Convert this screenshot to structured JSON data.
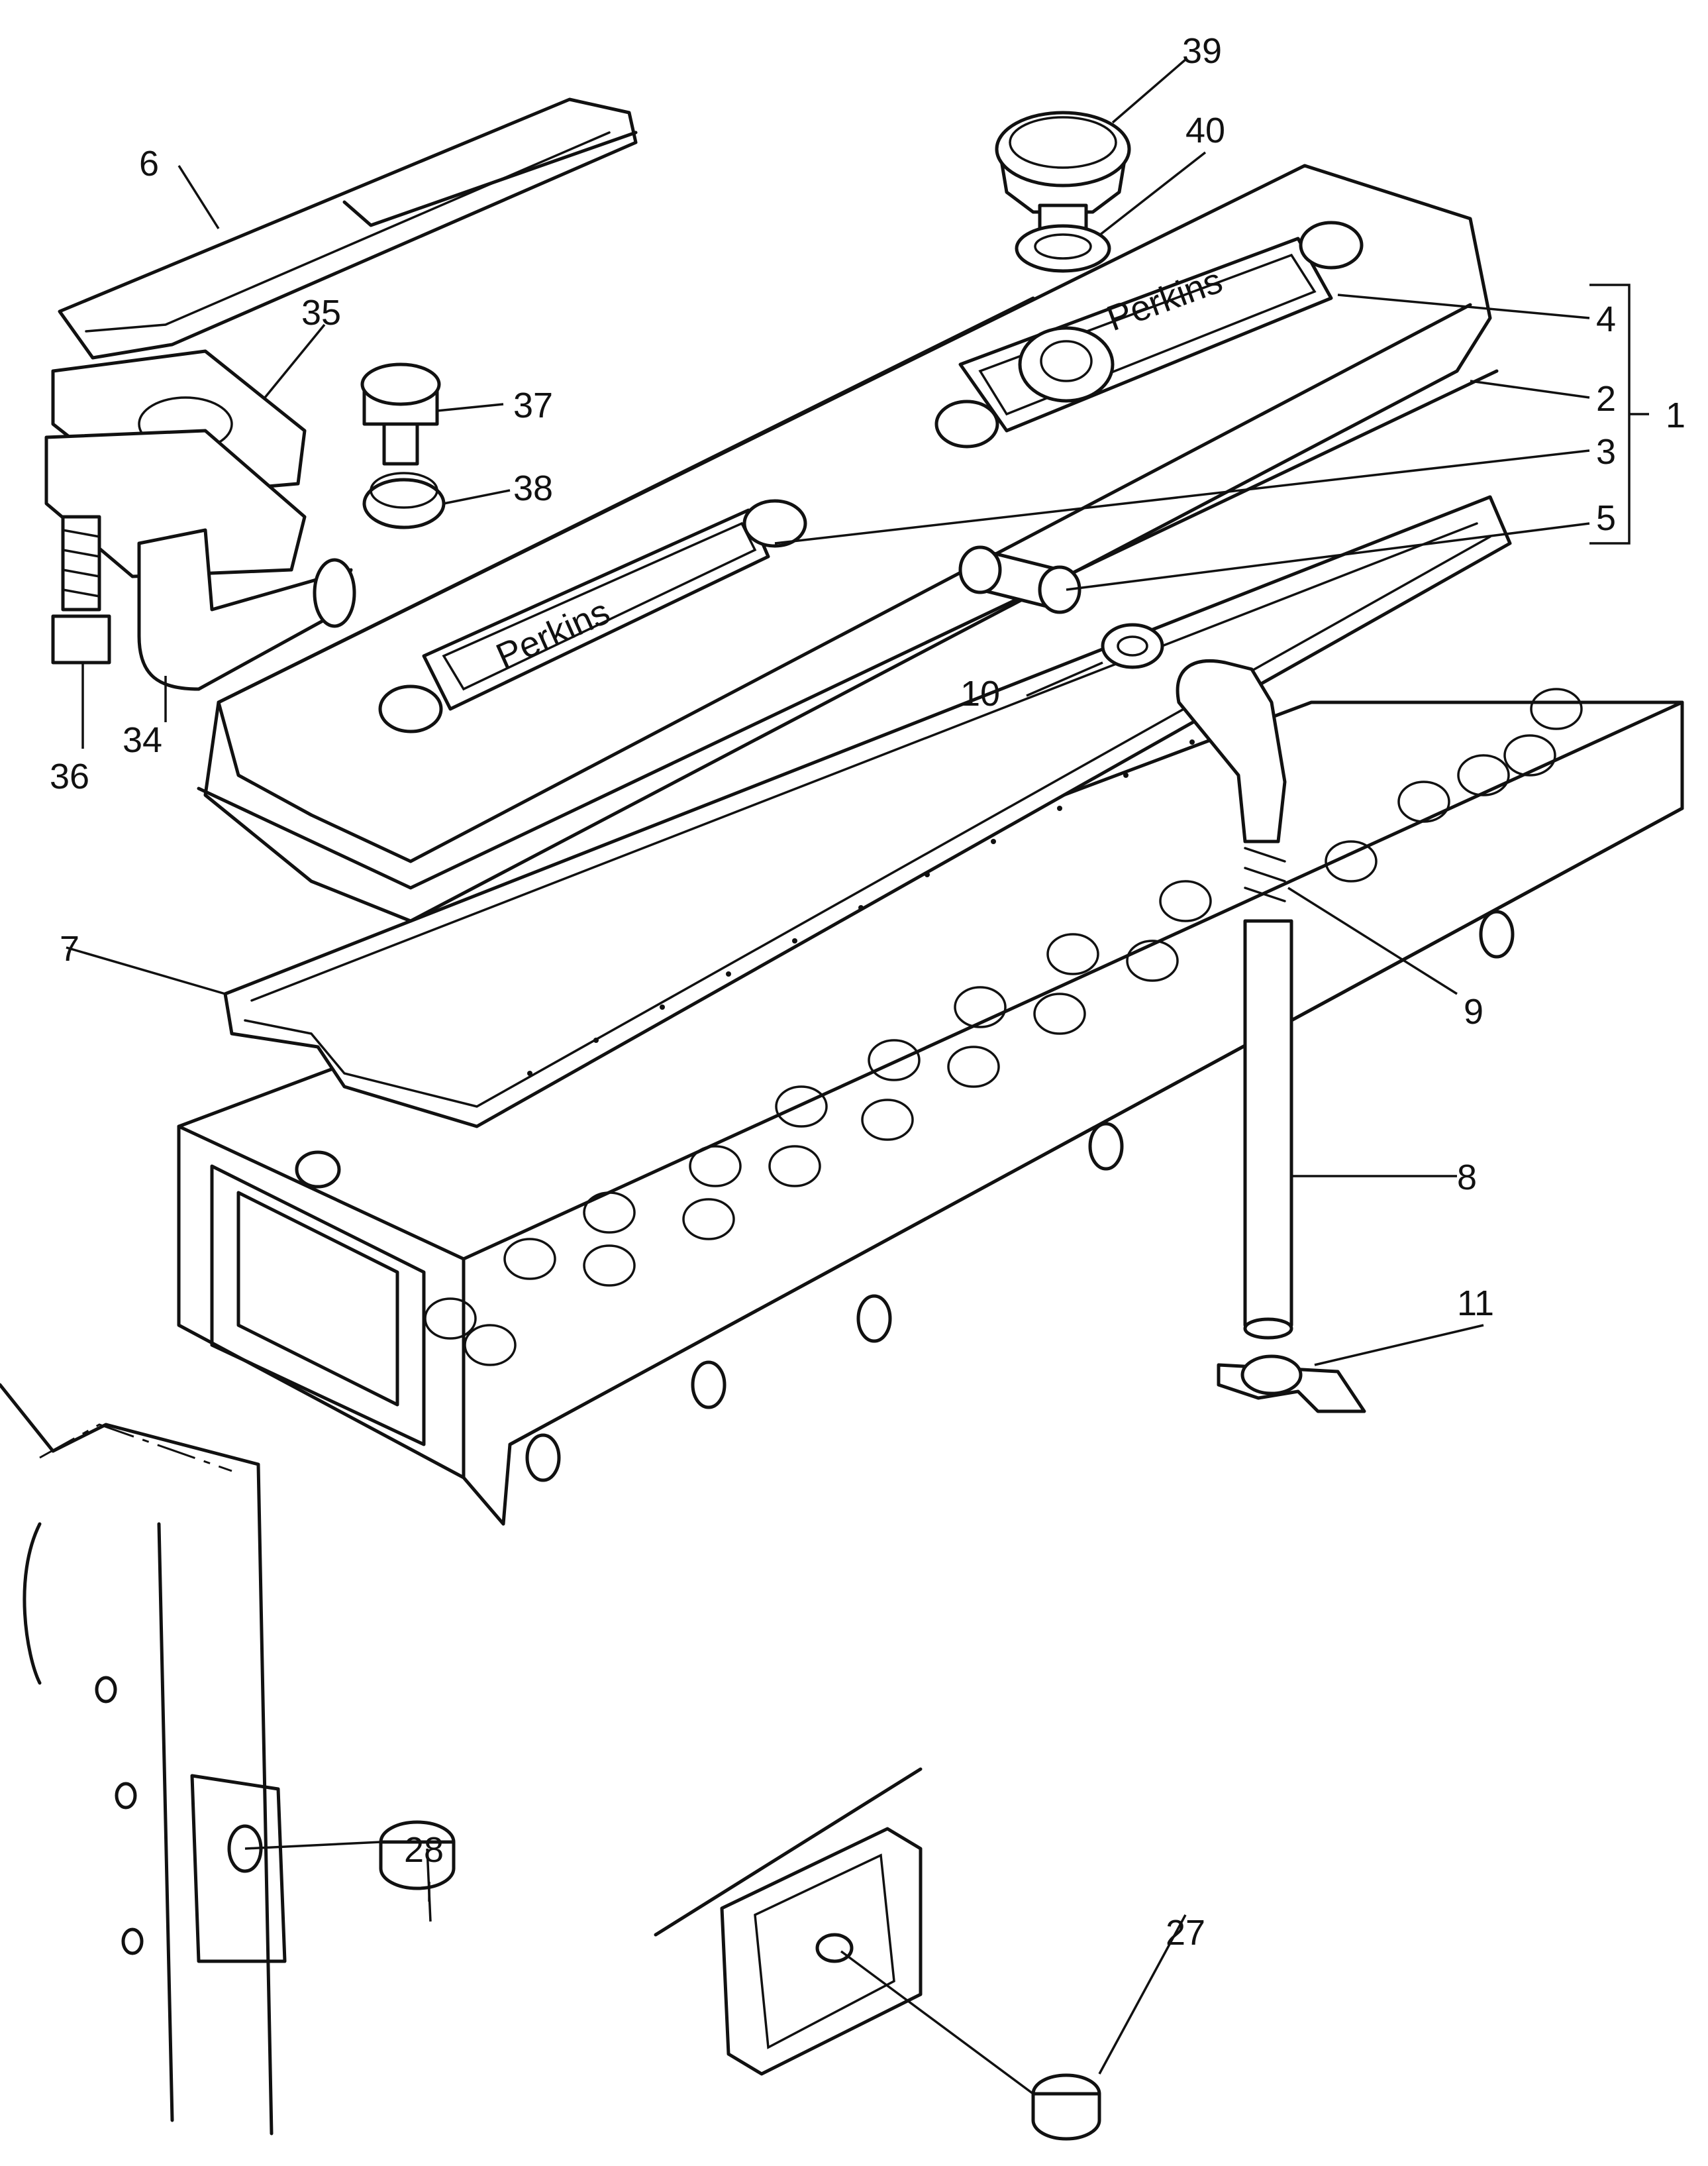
{
  "callouts": [
    {
      "id": "c1",
      "label": "1"
    },
    {
      "id": "c2",
      "label": "2"
    },
    {
      "id": "c3",
      "label": "3"
    },
    {
      "id": "c4",
      "label": "4"
    },
    {
      "id": "c5",
      "label": "5"
    },
    {
      "id": "c6",
      "label": "6"
    },
    {
      "id": "c7",
      "label": "7"
    },
    {
      "id": "c8",
      "label": "8"
    },
    {
      "id": "c9",
      "label": "9"
    },
    {
      "id": "c10",
      "label": "10"
    },
    {
      "id": "c11",
      "label": "11"
    },
    {
      "id": "c27",
      "label": "27"
    },
    {
      "id": "c28",
      "label": "28"
    },
    {
      "id": "c34",
      "label": "34"
    },
    {
      "id": "c35",
      "label": "35"
    },
    {
      "id": "c36",
      "label": "36"
    },
    {
      "id": "c37",
      "label": "37"
    },
    {
      "id": "c38",
      "label": "38"
    },
    {
      "id": "c39",
      "label": "39"
    },
    {
      "id": "c40",
      "label": "40"
    }
  ],
  "nameplates": {
    "front": "Perkins",
    "rear": "Perkins"
  },
  "colors": {
    "ink": "#111111",
    "paper": "#ffffff"
  }
}
